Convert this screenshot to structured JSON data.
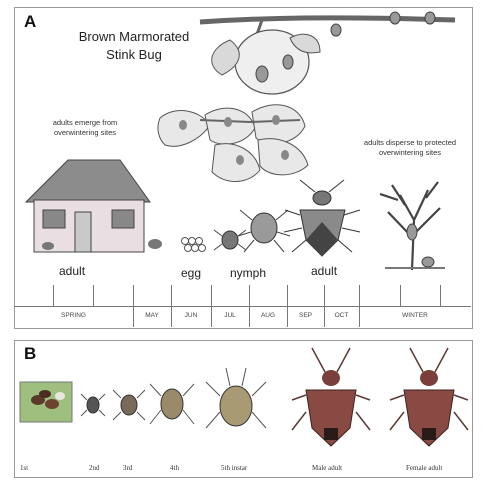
{
  "panel_a": {
    "letter": "A",
    "title_line1": "Brown Marmorated",
    "title_line2": "Stink Bug",
    "note_emerge_line1": "adults emerge from",
    "note_emerge_line2": "overwintering sites",
    "note_disperse_line1": "adults disperse to protected",
    "note_disperse_line2": "overwintering sites",
    "stages": [
      "adult",
      "egg",
      "nymph",
      "adult"
    ],
    "months": [
      "SPRING",
      "MAY",
      "JUN",
      "JUL",
      "AUG",
      "SEP",
      "OCT",
      "WINTER"
    ]
  },
  "panel_b": {
    "letter": "B",
    "captions": [
      "1st",
      "2nd",
      "3rd",
      "4th",
      "5th instar",
      "Male adult",
      "Female adult"
    ]
  },
  "colors": {
    "house_roof": "#8c8c8c",
    "house_wall": "#e9dfe3",
    "bug_dark": "#555555",
    "adult_photo": "#8a4a44",
    "leaf": "#e6e6e6"
  }
}
